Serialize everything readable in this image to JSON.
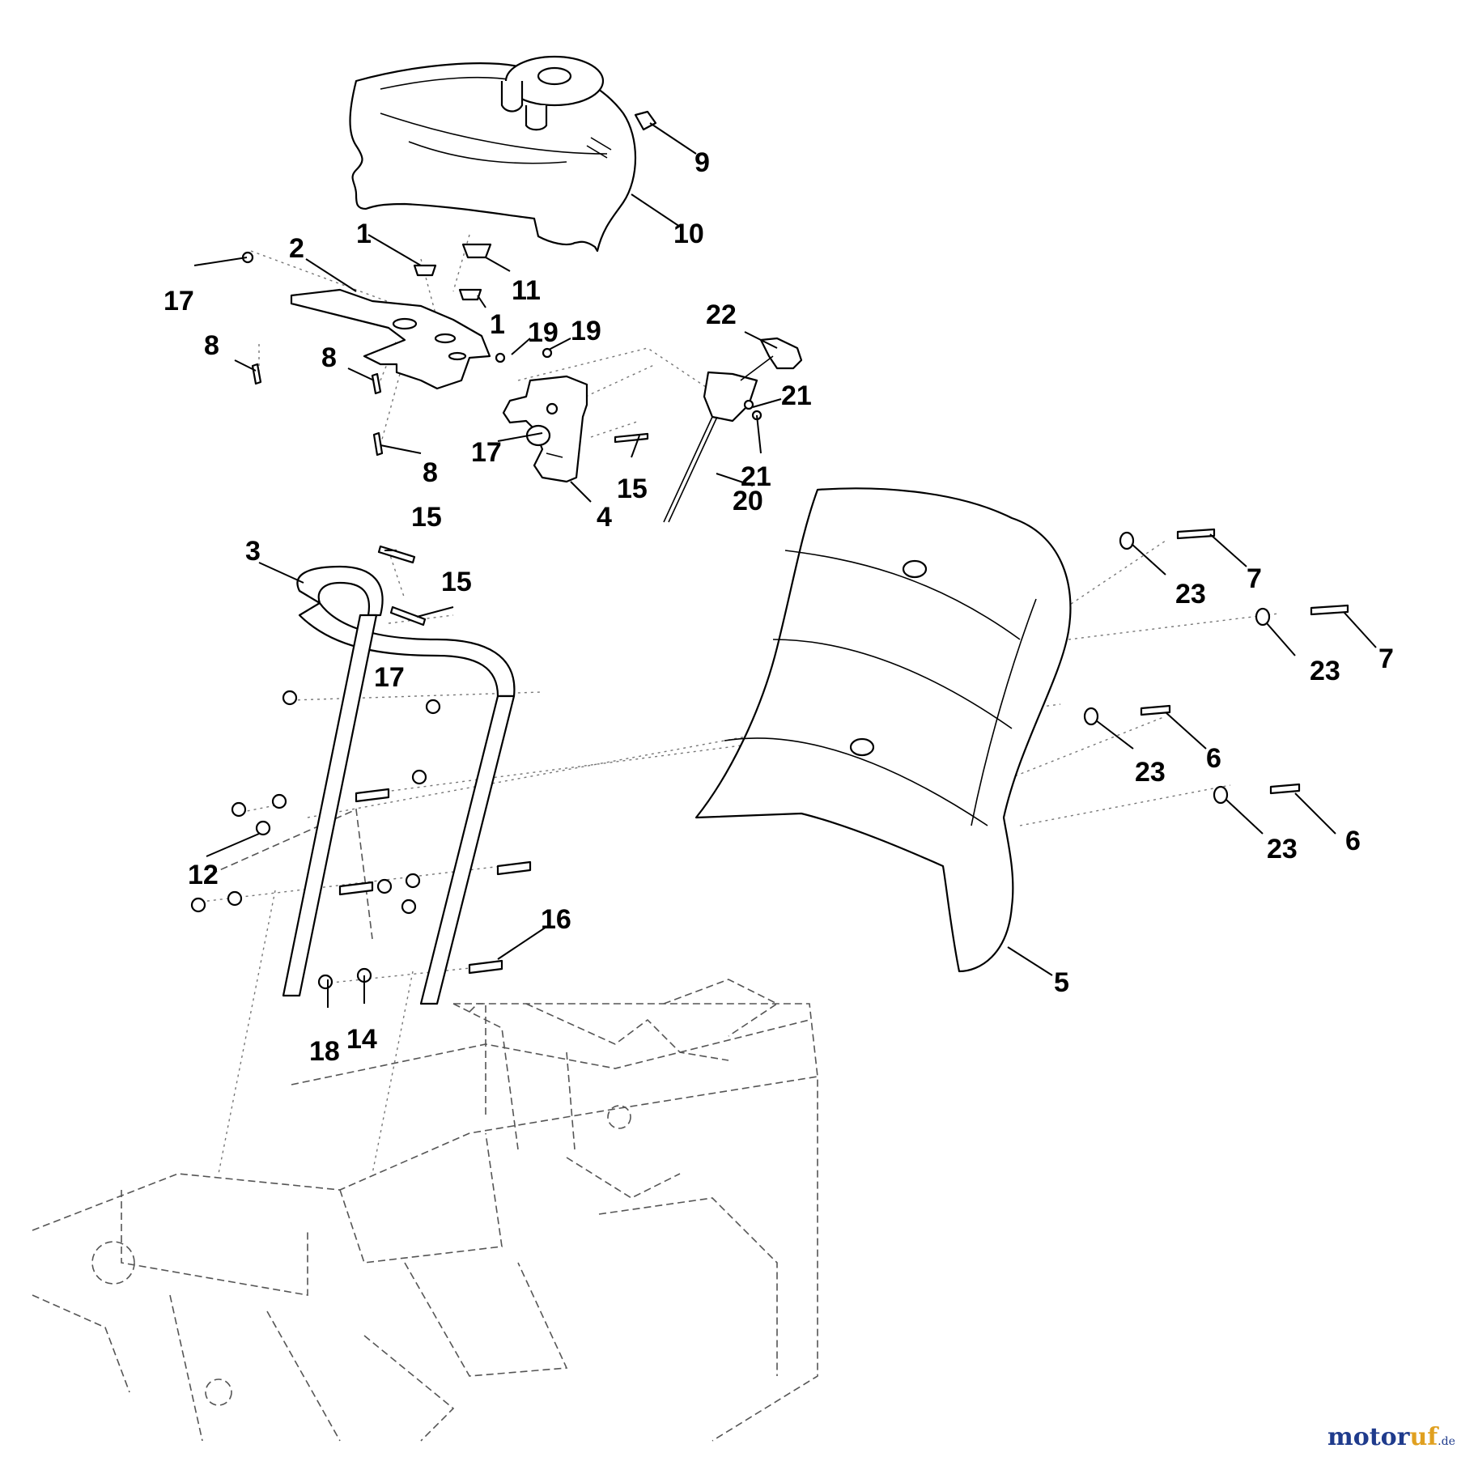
{
  "callouts": [
    {
      "id": "c1a",
      "label": "1"
    },
    {
      "id": "c1b",
      "label": "1"
    },
    {
      "id": "c2",
      "label": "2"
    },
    {
      "id": "c3",
      "label": "3"
    },
    {
      "id": "c4",
      "label": "4"
    },
    {
      "id": "c5",
      "label": "5"
    },
    {
      "id": "c6a",
      "label": "6"
    },
    {
      "id": "c6b",
      "label": "6"
    },
    {
      "id": "c7a",
      "label": "7"
    },
    {
      "id": "c7b",
      "label": "7"
    },
    {
      "id": "c8a",
      "label": "8"
    },
    {
      "id": "c8b",
      "label": "8"
    },
    {
      "id": "c8c",
      "label": "8"
    },
    {
      "id": "c9",
      "label": "9"
    },
    {
      "id": "c10",
      "label": "10"
    },
    {
      "id": "c11",
      "label": "11"
    },
    {
      "id": "c12",
      "label": "12"
    },
    {
      "id": "c14",
      "label": "14"
    },
    {
      "id": "c15a",
      "label": "15"
    },
    {
      "id": "c15b",
      "label": "15"
    },
    {
      "id": "c15c",
      "label": "15"
    },
    {
      "id": "c16",
      "label": "16"
    },
    {
      "id": "c17a",
      "label": "17"
    },
    {
      "id": "c17b",
      "label": "17"
    },
    {
      "id": "c17c",
      "label": "17"
    },
    {
      "id": "c18",
      "label": "18"
    },
    {
      "id": "c19a",
      "label": "19"
    },
    {
      "id": "c19b",
      "label": "19"
    },
    {
      "id": "c20",
      "label": "20"
    },
    {
      "id": "c21a",
      "label": "21"
    },
    {
      "id": "c21b",
      "label": "21"
    },
    {
      "id": "c22",
      "label": "22"
    },
    {
      "id": "c23a",
      "label": "23"
    },
    {
      "id": "c23b",
      "label": "23"
    },
    {
      "id": "c23c",
      "label": "23"
    },
    {
      "id": "c23d",
      "label": "23"
    }
  ],
  "watermark": {
    "part1": "motor",
    "part2": "uf",
    "suffix": ".de"
  }
}
